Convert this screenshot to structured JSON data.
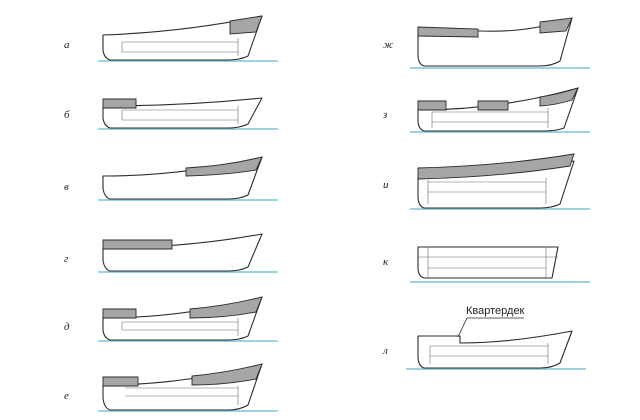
{
  "figure": {
    "labels": [
      "а",
      "б",
      "в",
      "г",
      "д",
      "е",
      "ж",
      "з",
      "и",
      "к",
      "л"
    ],
    "callout": "Квартердек"
  },
  "colors": {
    "hull_stroke": "#2b2b2b",
    "superstructure_fill": "#a6a6a6",
    "waterline": "#7fc3d6"
  }
}
